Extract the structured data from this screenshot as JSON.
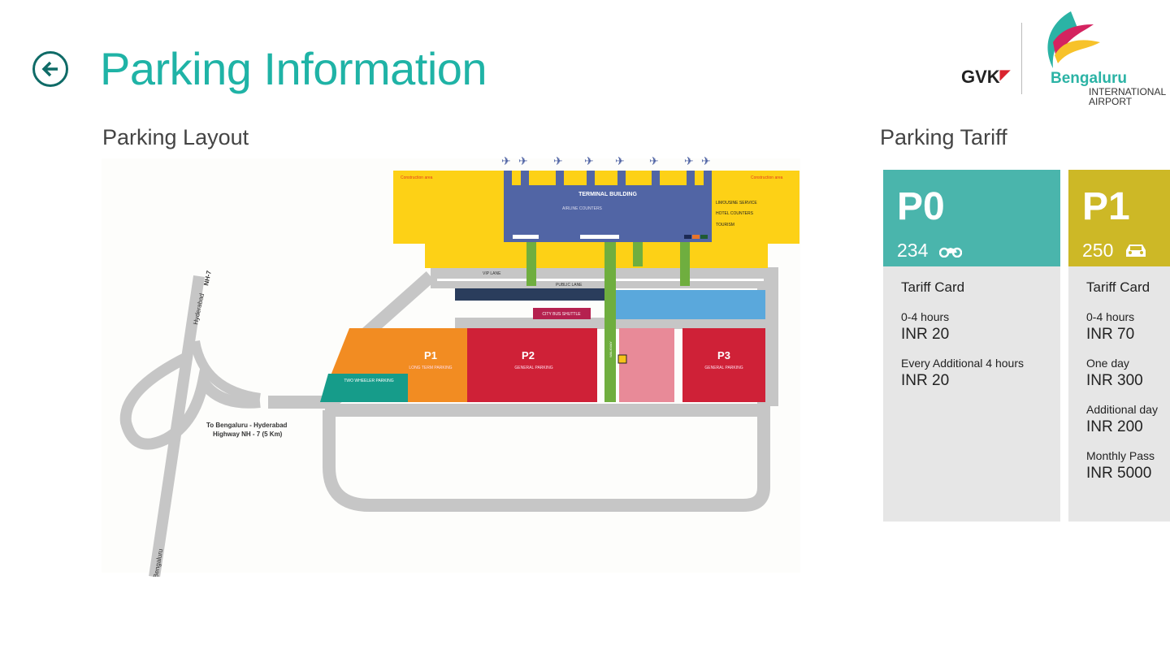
{
  "header": {
    "title": "Parking Information",
    "back_icon": "arrow-left-circle-icon"
  },
  "logos": {
    "gvk": "GVK",
    "airport_name": "Bengaluru",
    "airport_sub1": "INTERNATIONAL",
    "airport_sub2": "AIRPORT"
  },
  "layout": {
    "heading": "Parking Layout",
    "map_labels": {
      "construction_left": "Construction area",
      "construction_right": "Construction area",
      "terminal": "TERMINAL BUILDING",
      "airline_counters": "AIRLINE COUNTERS",
      "limousine": "LIMOUSINE SERVICE",
      "hotel": "HOTEL COUNTERS",
      "tourism": "TOURISM",
      "vip_lane": "VIP LANE",
      "public_lane": "PUBLIC LANE",
      "city_bus": "CITY BUS SHUTTLE",
      "walkway": "WALKWAY",
      "p1": "P1",
      "p1_sub": "LONG TERM PARKING",
      "p2": "P2",
      "p2_sub": "GENERAL PARKING",
      "p3": "P3",
      "p3_sub": "GENERAL PARKING",
      "two_wheeler": "TWO WHEELER PARKING",
      "hyderabad": "Hyderabad",
      "nh7": "NH-7",
      "bengaluru": "Bengaluru",
      "highway_line1": "To Bengaluru - Hyderabad",
      "highway_line2": "Highway NH - 7 (5 Km)"
    },
    "colors": {
      "yellow": "#fdd116",
      "terminal": "#5165a5",
      "walkway": "#6fae3f",
      "road": "#c8c8c8",
      "navy": "#2a3d5c",
      "lightblue": "#5aa8dc",
      "orange": "#f28c22",
      "red": "#cf2137",
      "pink": "#e88a98",
      "teal": "#169c8a",
      "bus": "#b5214f"
    }
  },
  "tariff": {
    "heading": "Parking Tariff",
    "cards": [
      {
        "code": "P0",
        "count": "234",
        "icon": "motorcycle-icon",
        "color": "#4ab5ac",
        "title": "Tariff Card",
        "rates": [
          {
            "label": "0-4 hours",
            "value": "INR 20"
          },
          {
            "label": "Every Additional 4 hours",
            "value": "INR 20"
          }
        ]
      },
      {
        "code": "P1",
        "count": "250",
        "icon": "car-icon",
        "color": "#cdb826",
        "title": "Tariff Card",
        "rates": [
          {
            "label": "0-4 hours",
            "value": "INR 70"
          },
          {
            "label": "One day",
            "value": "INR 300"
          },
          {
            "label": "Additional day",
            "value": "INR 200"
          },
          {
            "label": "Monthly Pass",
            "value": "INR 5000"
          }
        ]
      }
    ]
  }
}
